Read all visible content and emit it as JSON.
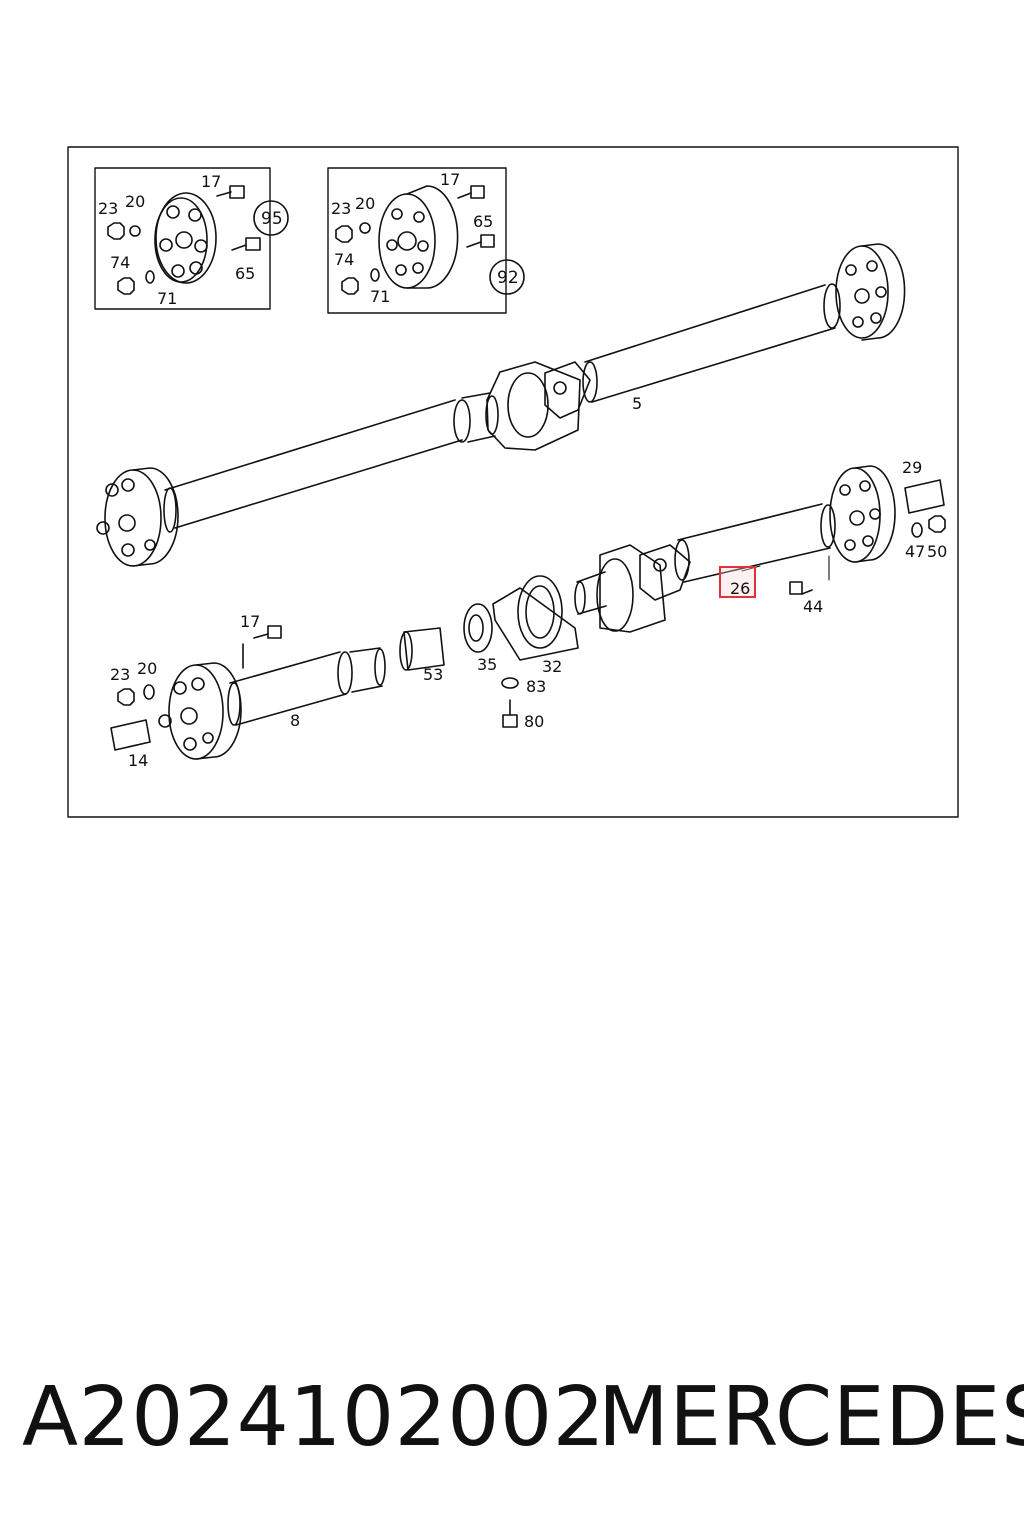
{
  "diagram": {
    "labels": {
      "inset1_17": "17",
      "inset1_23": "23",
      "inset1_20": "20",
      "inset1_74": "74",
      "inset1_71": "71",
      "inset1_65": "65",
      "inset1_callout": "95",
      "inset2_17": "17",
      "inset2_23": "23",
      "inset2_20": "20",
      "inset2_74": "74",
      "inset2_71": "71",
      "inset2_65": "65",
      "inset2_callout": "92",
      "shaft_5": "5",
      "part_29": "29",
      "part_47": "47",
      "part_50": "50",
      "part_26": "26",
      "part_44": "44",
      "part_17": "17",
      "part_23": "23",
      "part_20": "20",
      "part_14": "14",
      "part_8": "8",
      "part_53": "53",
      "part_35": "35",
      "part_32": "32",
      "part_83": "83",
      "part_80": "80"
    },
    "highlight_color": "#e0303a"
  },
  "footer": {
    "part_number": "A2024102002",
    "brand": "MERCEDES"
  }
}
